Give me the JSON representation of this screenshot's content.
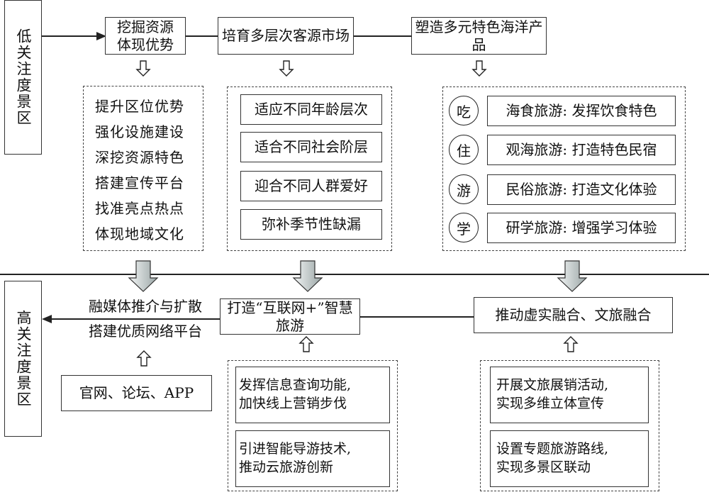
{
  "diagram": {
    "low_zone_label": "低关注度景区",
    "high_zone_label": "高关注度景区",
    "top_row": [
      {
        "id": "resources",
        "title": "挖掘资源\n体现优势",
        "title_lines": [
          "挖掘资源",
          "体现优势"
        ]
      },
      {
        "id": "market",
        "title": "培育多层次客源市场"
      },
      {
        "id": "products",
        "title": "塑造多元特色海洋产品"
      }
    ],
    "resources_list": [
      "提升区位优势",
      "强化设施建设",
      "深挖资源特色",
      "搭建宣传平台",
      "找准亮点热点",
      "体现地域文化"
    ],
    "market_list": [
      "适应不同年龄层次",
      "适合不同社会阶层",
      "迎合不同人群爱好",
      "弥补季节性缺漏"
    ],
    "products_list": [
      {
        "circle": "吃",
        "text": "海食旅游: 发挥饮食特色"
      },
      {
        "circle": "住",
        "text": "观海旅游: 打造特色民宿"
      },
      {
        "circle": "游",
        "text": "民俗旅游: 打造文化体验"
      },
      {
        "circle": "学",
        "text": "研学旅游: 增强学习体验"
      }
    ],
    "bottom_row": {
      "media_lines": [
        "融媒体推介与扩散",
        "搭建优质网络平台"
      ],
      "smart_tourism": "打造“互联网+”智慧旅游",
      "fusion": "推动虚实融合、文旅融合"
    },
    "platforms": "官网、论坛、APP",
    "smart_list": [
      [
        "发挥信息查询功能,",
        "加快线上营销步伐"
      ],
      [
        "引进智能导游技术,",
        "推动云旅游创新"
      ]
    ],
    "fusion_list": [
      [
        "开展文旅展销活动,",
        "实现多维立体宣传"
      ],
      [
        "设置专题旅游路线,",
        "实现多景区联动"
      ]
    ],
    "colors": {
      "stroke": "#222222",
      "arrow_gradient_light": "#f2f4f4",
      "arrow_gradient_dark": "#9aa6a6"
    }
  }
}
